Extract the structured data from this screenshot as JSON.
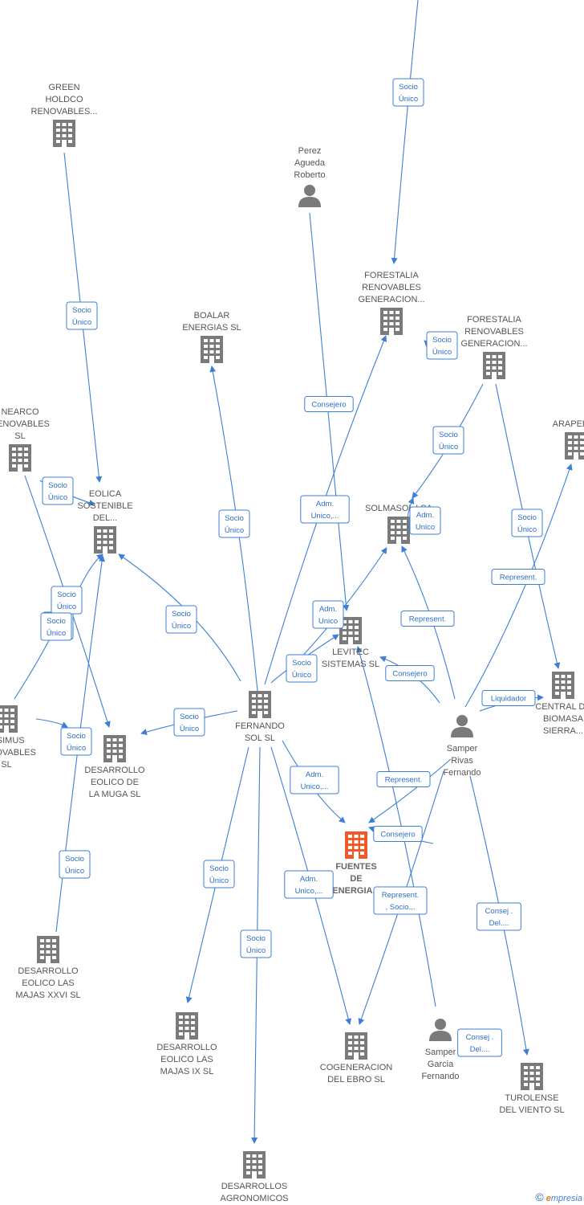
{
  "colors": {
    "edge": "#3d7fd6",
    "company": "#7a7a7a",
    "person": "#7a7a7a",
    "highlight": "#f05a28"
  },
  "nodes": [
    {
      "id": "fuentes",
      "type": "company",
      "highlight": true,
      "label": [
        "FUENTES",
        "DE",
        "ENERGIA..."
      ]
    },
    {
      "id": "fernando",
      "type": "company",
      "label": [
        "FERNANDO",
        "SOL SL"
      ]
    },
    {
      "id": "green",
      "type": "company",
      "label": [
        "GREEN",
        "HOLDCO",
        "RENOVABLES..."
      ]
    },
    {
      "id": "perez",
      "type": "person",
      "label": [
        "Perez",
        "Agueda",
        "Roberto"
      ]
    },
    {
      "id": "forestalia1",
      "type": "company",
      "label": [
        "FORESTALIA",
        "RENOVABLES",
        "GENERACION..."
      ]
    },
    {
      "id": "forestalia2",
      "type": "company",
      "label": [
        "FORESTALIA",
        "RENOVABLES",
        "GENERACION..."
      ]
    },
    {
      "id": "boalar",
      "type": "company",
      "label": [
        "BOALAR",
        "ENERGIAS  SL"
      ]
    },
    {
      "id": "nearco",
      "type": "company",
      "label": [
        "NEARCO",
        "RENOVABLES",
        "SL"
      ]
    },
    {
      "id": "arapell",
      "type": "company",
      "label": [
        "ARAPELL..."
      ]
    },
    {
      "id": "eolica",
      "type": "company",
      "label": [
        "EOLICA",
        "SOSTENIBLE",
        "DEL..."
      ]
    },
    {
      "id": "solmasol",
      "type": "company",
      "label": [
        "SOLMASOL I SA"
      ]
    },
    {
      "id": "levitec",
      "type": "company",
      "label": [
        "LEVITEC",
        "SISTEMAS  SL"
      ]
    },
    {
      "id": "central",
      "type": "company",
      "label": [
        "CENTRAL DE",
        "BIOMASA",
        "SIERRA..."
      ]
    },
    {
      "id": "samper_rivas",
      "type": "person",
      "label": [
        "Samper",
        "Rivas",
        "Fernando"
      ]
    },
    {
      "id": "issimus",
      "type": "company",
      "label": [
        "ISSIMUS",
        "RENOVABLES",
        "SL"
      ]
    },
    {
      "id": "muga",
      "type": "company",
      "label": [
        "DESARROLLO",
        "EOLICO DE",
        "LA MUGA SL"
      ]
    },
    {
      "id": "majas26",
      "type": "company",
      "label": [
        "DESARROLLO",
        "EOLICO LAS",
        "MAJAS XXVI  SL"
      ]
    },
    {
      "id": "majas9",
      "type": "company",
      "label": [
        "DESARROLLO",
        "EOLICO LAS",
        "MAJAS IX  SL"
      ]
    },
    {
      "id": "cogeneracion",
      "type": "company",
      "label": [
        "COGENERACION",
        "DEL EBRO  SL"
      ]
    },
    {
      "id": "samper_garcia",
      "type": "person",
      "label": [
        "Samper",
        "Garcia",
        "Fernando"
      ]
    },
    {
      "id": "turolense",
      "type": "company",
      "label": [
        "TUROLENSE",
        "DEL VIENTO SL"
      ]
    },
    {
      "id": "agronomicos",
      "type": "company",
      "label": [
        "DESARROLLOS",
        "AGRONOMICOS"
      ]
    }
  ],
  "edges": [
    {
      "id": "e1",
      "label": [
        "Socio",
        "Único"
      ]
    },
    {
      "id": "e2",
      "label": [
        "Socio",
        "Único"
      ]
    },
    {
      "id": "e3",
      "label": [
        "Consejero"
      ]
    },
    {
      "id": "e4",
      "label": [
        "Socio",
        "Único"
      ]
    },
    {
      "id": "e5",
      "label": [
        "Socio",
        "Único"
      ]
    },
    {
      "id": "e6",
      "label": [
        "Socio",
        "Único"
      ]
    },
    {
      "id": "e7",
      "label": [
        "Adm.",
        "Unico,..."
      ]
    },
    {
      "id": "e8",
      "label": [
        "Adm.",
        "Unico"
      ]
    },
    {
      "id": "e9",
      "label": [
        "Socio",
        "Único"
      ]
    },
    {
      "id": "e10",
      "label": [
        "Represent."
      ]
    },
    {
      "id": "e11",
      "label": [
        "Socio",
        "Único"
      ]
    },
    {
      "id": "e12",
      "label": [
        "Socio",
        "Único"
      ]
    },
    {
      "id": "e13",
      "label": [
        "Socio",
        "Único"
      ]
    },
    {
      "id": "e14",
      "label": [
        "Socio",
        "Único"
      ]
    },
    {
      "id": "e15",
      "label": [
        "Socio",
        "Único"
      ]
    },
    {
      "id": "e16",
      "label": [
        "Adm.",
        "Unico"
      ]
    },
    {
      "id": "e17",
      "label": [
        "Represent."
      ]
    },
    {
      "id": "e18",
      "label": [
        "Consejero"
      ]
    },
    {
      "id": "e19",
      "label": [
        "Socio",
        "Único"
      ]
    },
    {
      "id": "e20",
      "label": [
        "Liquidador"
      ]
    },
    {
      "id": "e21",
      "label": [
        "Socio",
        "Único"
      ]
    },
    {
      "id": "e22",
      "label": [
        "Socio",
        "Único"
      ]
    },
    {
      "id": "e23",
      "label": [
        "Socio",
        "Único"
      ]
    },
    {
      "id": "e24",
      "label": [
        "Adm.",
        "Unico,..."
      ]
    },
    {
      "id": "e25",
      "label": [
        "Represent."
      ]
    },
    {
      "id": "e26",
      "label": [
        "Consejero"
      ]
    },
    {
      "id": "e27",
      "label": [
        "Socio",
        "Único"
      ]
    },
    {
      "id": "e28",
      "label": [
        "Adm.",
        "Unico,..."
      ]
    },
    {
      "id": "e29",
      "label": [
        "Represent.",
        ", Socio..."
      ]
    },
    {
      "id": "e30",
      "label": [
        "Socio",
        "Único"
      ]
    },
    {
      "id": "e31",
      "label": [
        "Consej .",
        "Del...."
      ]
    },
    {
      "id": "e32",
      "label": [
        "Consej .",
        "Del...."
      ]
    }
  ],
  "footer": {
    "copyright": "©",
    "brand_first": "e",
    "brand_rest": "mpresia"
  }
}
